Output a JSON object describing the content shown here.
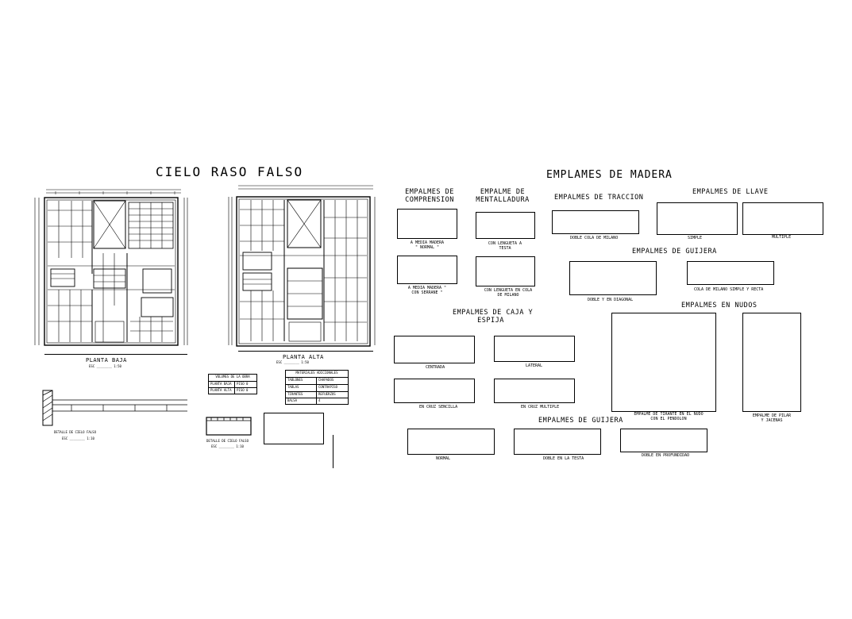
{
  "left": {
    "title": "CIELO RASO FALSO",
    "planta_baja": {
      "label": "PLANTA BAJA",
      "scale": "ESC ________ 1:50"
    },
    "planta_alta": {
      "label": "PLANTA    ALTA",
      "scale": "ESC ________ 1:50"
    },
    "detalle_1": {
      "label": "DETALLE DE CIELO FALSO",
      "scale": "ESC ________ 1:10"
    },
    "detalle_2": {
      "label": "DETALLE DE CIELO FALSO",
      "scale": "ESC ________ 1:10"
    },
    "table_volumes": {
      "header": "VOLUMES DE LA OBRA",
      "rows": [
        [
          "PLANTA BAJA",
          "PISO 0"
        ],
        [
          "PLANTA ALTA",
          "PISO 0"
        ]
      ]
    },
    "table_materials": {
      "header": "MATERIALES ADICIONALES",
      "rows": [
        [
          "TABLONES",
          "CHAPADOS"
        ],
        [
          "TABLAS",
          "CONTRAPISO"
        ],
        [
          "TIRANTES",
          "REFUERZOS"
        ],
        [
          "BALSA",
          "4"
        ]
      ]
    }
  },
  "right": {
    "title": "EMPLAMES DE MADERA",
    "sections": {
      "compresion": "EMPALMES DE\nCOMPRENSION",
      "mentalladura": "EMPALME DE\nMENTALLADURA",
      "traccion": "EMPALMES DE TRACCION",
      "llave": "EMPALMES DE LLAVE",
      "guijera_top": "EMPALMES DE GUIJERA",
      "caja": "EMPALMES DE CAJA Y\nESPIJA",
      "nudos": "EMPALMES EN NUDOS",
      "guijera_bottom": "EMPALMES DE GUIJERA"
    },
    "captions": {
      "media_madera_normal": "A MEDIA MADERA\n\" NORMAL \"",
      "media_madera_serrane": "A MEDIA MADERA \"\nCON SERRANE \"",
      "lengueta_testa": "CON LENGUETA A\nTESTA",
      "lengueta_cola": "CON LENGUETA EN COLA\nDE MILANO",
      "doble_cola": "DOBLE COLA DE MILANO",
      "simple": "SIMPLE",
      "multiple": "MULTIPLE",
      "doble_diagonal": "DOBLE Y EN DIAGONAL",
      "cola_milano": "COLA DE MILANO SIMPLE Y RECTA",
      "centrada": "CENTRADA",
      "lateral": "LATERAL",
      "cruz_sencilla": "EN CRUZ SENCILLA",
      "cruz_multiple": "EN CRUZ MULTIPLE",
      "tirante": "EMPALME DE TIRANTE EN EL NUDO\nCON EL PENDOLON",
      "pilar": "EMPALME DE PILAR\nY JACENAS",
      "normal": "NORMAL",
      "doble_testa": "DOBLE EN LA TESTA",
      "doble_profundidad": "DOBLE EN PROFUNDIDAD"
    }
  }
}
